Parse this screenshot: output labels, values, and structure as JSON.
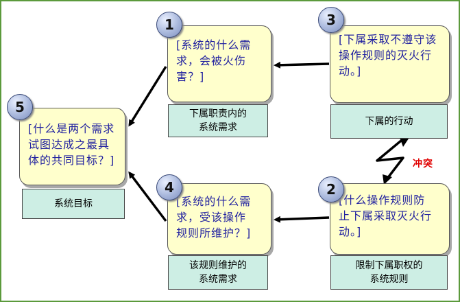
{
  "nodes": {
    "n1": {
      "number": "1",
      "lines": [
        "[系统的什么需",
        "求，会被火伤",
        "害？]"
      ],
      "label": [
        "下属职责内的",
        "系统需求"
      ]
    },
    "n2": {
      "number": "2",
      "lines": [
        "[什么操作规则防",
        "止下属采取灭火行",
        "动。]"
      ],
      "label": [
        "限制下属职权的",
        "系统规则"
      ]
    },
    "n3": {
      "number": "3",
      "lines": [
        "[下属采取不遵守该",
        "操作规则的灭火行",
        "动。]"
      ],
      "label": [
        "下属的行动"
      ]
    },
    "n4": {
      "number": "4",
      "lines": [
        "[系统的什么需",
        "求，受该操作",
        "规则所维护？]"
      ],
      "label": [
        "该规则维护的",
        "系统需求"
      ]
    },
    "n5": {
      "number": "5",
      "lines": [
        "[什么是两个需求",
        "试图达成之最具",
        "体的共同目标？]"
      ],
      "label": [
        "系统目标"
      ]
    }
  },
  "conflict_label": "冲突",
  "colors": {
    "border": "#5b9a3c",
    "box_fill": "#ffffcc",
    "box_text": "#2222a0",
    "label_fill": "#cdeee4",
    "conflict": "#e00000"
  }
}
